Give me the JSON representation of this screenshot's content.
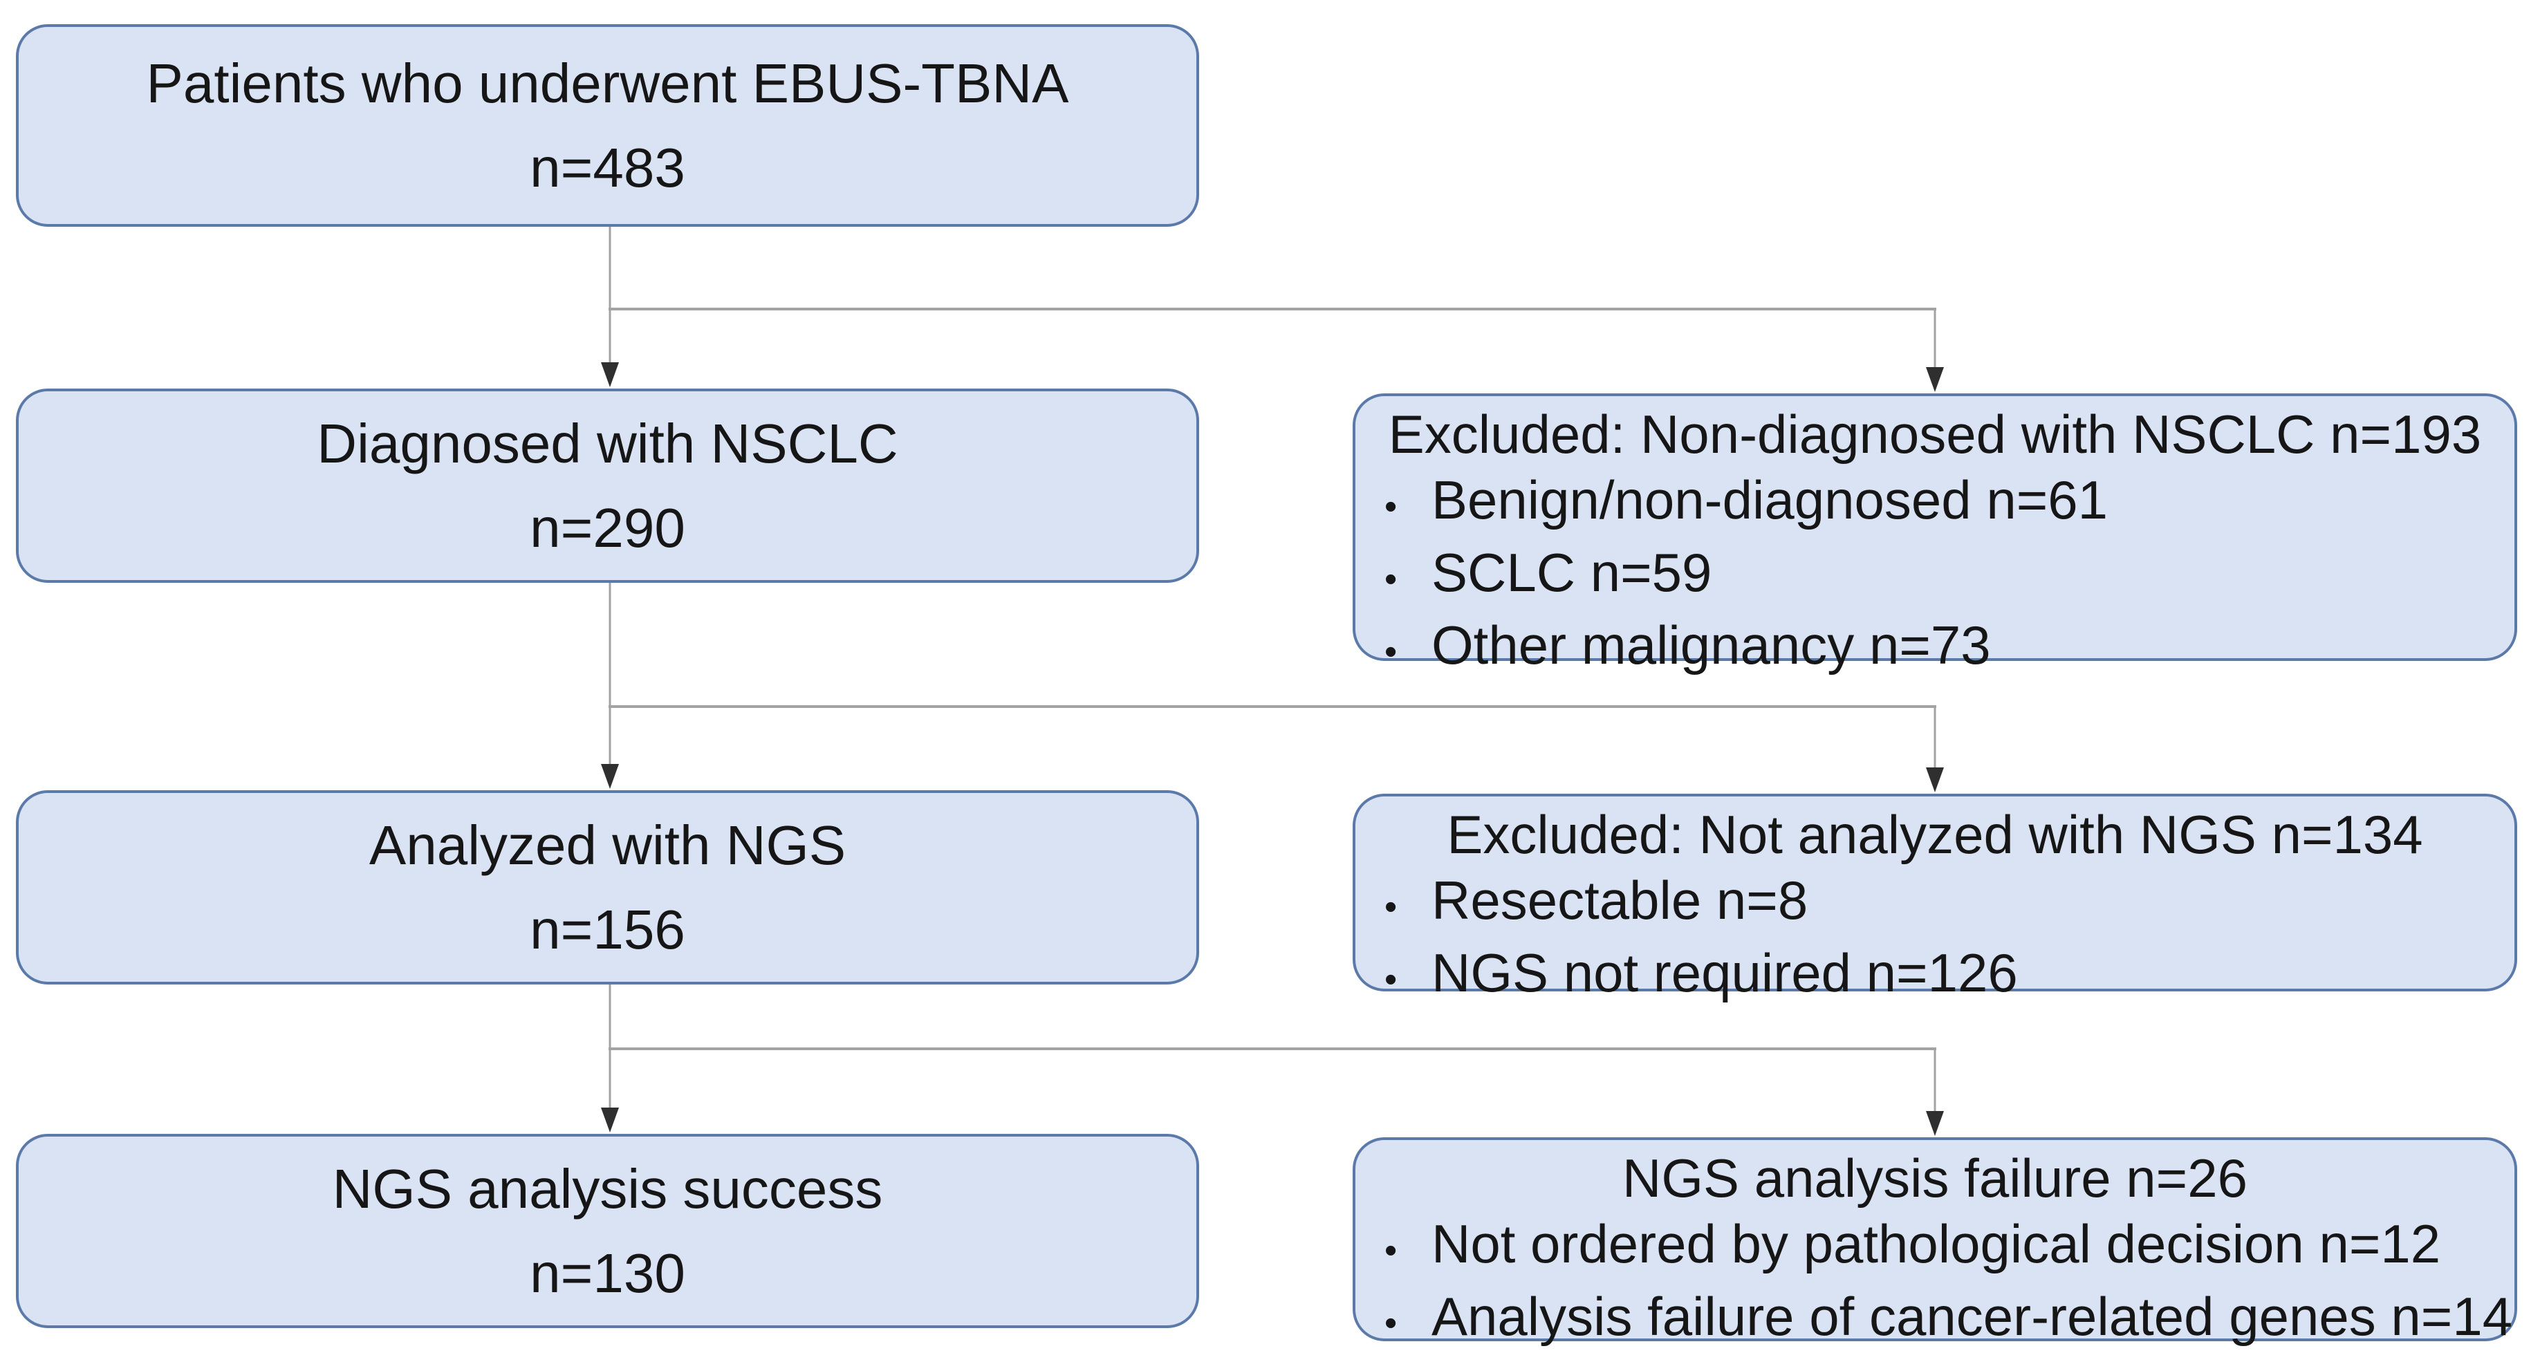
{
  "flowchart": {
    "bullet_char": "•",
    "colors": {
      "box_fill": "#dae3f3",
      "box_border": "#5b79a9",
      "connector": "#a3a3a3",
      "arrow": "#2f2f2f",
      "text": "#161616",
      "page_bg": "#ffffff"
    },
    "main_path": [
      {
        "label": "Patients who underwent EBUS-TBNA",
        "count": "n=483"
      },
      {
        "label": "Diagnosed with NSCLC",
        "count": "n=290"
      },
      {
        "label": "Analyzed with NGS",
        "count": "n=156"
      },
      {
        "label": "NGS analysis success",
        "count": "n=130"
      }
    ],
    "side_boxes": [
      {
        "header": "Excluded: Non-diagnosed with NSCLC n=193",
        "bullets": [
          "Benign/non-diagnosed n=61",
          "SCLC n=59",
          "Other malignancy n=73"
        ]
      },
      {
        "header": "Excluded: Not analyzed with NGS n=134",
        "bullets": [
          "Resectable n=8",
          "NGS not required n=126"
        ]
      },
      {
        "header": "NGS analysis failure n=26",
        "bullets": [
          "Not ordered by pathological decision n=12",
          "Analysis failure of cancer-related genes n=14"
        ]
      }
    ]
  }
}
